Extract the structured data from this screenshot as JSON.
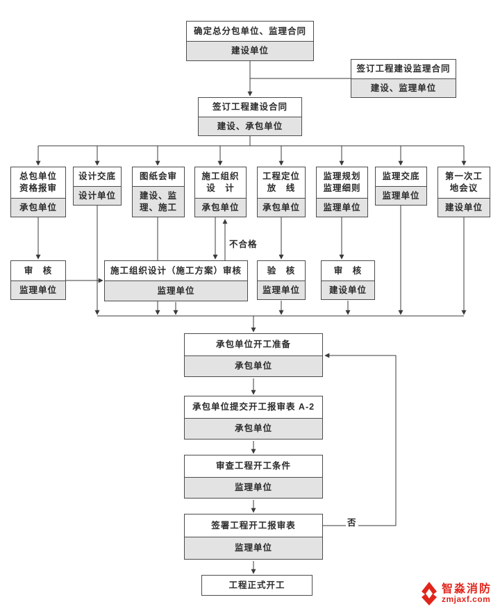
{
  "colors": {
    "border": "#4a4a4a",
    "shade": "#e3e3e3",
    "line": "#3a3a3a",
    "logo_red": "#e1251b"
  },
  "nodes": {
    "determine_contract": {
      "title": "确定总分包单位、监理合同",
      "unit": "建设单位"
    },
    "sign_supervision_contract": {
      "title": "签订工程建设监理合同",
      "unit": "建设、监理单位"
    },
    "sign_construction_contract": {
      "title": "签订工程建设合同",
      "unit": "建设、承包单位"
    },
    "qualification_report": {
      "title": "总包单位\n资格报审",
      "unit": "承包单位"
    },
    "design_disclosure": {
      "title": "设计交底",
      "unit": "设计单位"
    },
    "drawing_review": {
      "title": "图纸会审",
      "unit": "建设、监\n理、施工"
    },
    "construction_org_design": {
      "title": "施工组织\n设　计",
      "unit": "承包单位"
    },
    "positioning_setout": {
      "title": "工程定位\n放　线",
      "unit": "承包单位"
    },
    "supervision_plan": {
      "title": "监理规划\n监理细则",
      "unit": "监理单位"
    },
    "supervision_disclosure": {
      "title": "监理交底",
      "unit": "监理单位"
    },
    "first_site_meeting": {
      "title": "第一次工\n地会议",
      "unit": "建设单位"
    },
    "review_left": {
      "title": "审　核",
      "unit": "监理单位"
    },
    "org_design_review": {
      "title": "施工组织设计（施工方案）审核",
      "unit": "监理单位"
    },
    "verification": {
      "title": "验　核",
      "unit": "监理单位"
    },
    "review_right": {
      "title": "审　核",
      "unit": "建设单位"
    },
    "start_preparation": {
      "title": "承包单位开工准备",
      "unit": "承包单位"
    },
    "submit_start_form": {
      "title": "承包单位提交开工报审表 A-2",
      "unit": "承包单位"
    },
    "check_start_conditions": {
      "title": "审查工程开工条件",
      "unit": "监理单位"
    },
    "sign_start_form": {
      "title": "签署工程开工报审表",
      "unit": "监理单位"
    },
    "official_start": {
      "title": "工程正式开工"
    }
  },
  "labels": {
    "unqualified": "不合格",
    "no": "否"
  },
  "logo": {
    "name": "智淼消防",
    "site": "zmjaxf.com"
  }
}
